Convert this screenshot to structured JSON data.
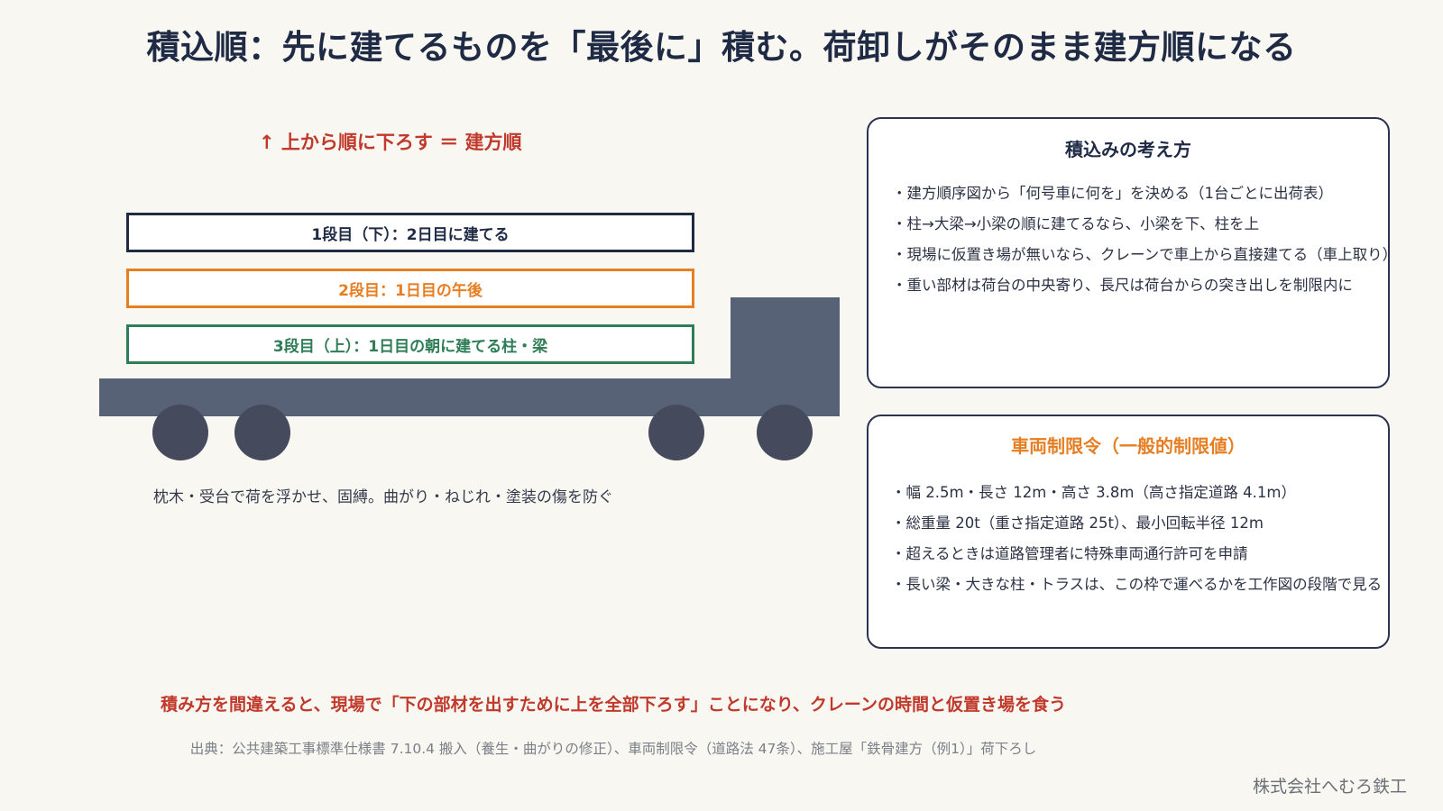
{
  "title": "積込順：先に建てるものを「最後に」積む。荷卸しがそのまま建方順になる",
  "unload_order_label": "↑ 上から順に下ろす ＝ 建方順",
  "layers": [
    {
      "label": "1段目（下）：2日目に建てる",
      "color": "#1f2a44"
    },
    {
      "label": "2段目：1日目の午後",
      "color": "#e67e22"
    },
    {
      "label": "3段目（上）：1日目の朝に建てる柱・梁",
      "color": "#2e7d57"
    }
  ],
  "truck_note": "枕木・受台で荷を浮かせ、固縛。曲がり・ねじれ・塗装の傷を防ぐ",
  "panel_loading": {
    "title": "積込みの考え方",
    "items": [
      "・建方順序図から「何号車に何を」を決める（1台ごとに出荷表）",
      "・柱→大梁→小梁の順に建てるなら、小梁を下、柱を上",
      "・現場に仮置き場が無いなら、クレーンで車上から直接建てる（車上取り）",
      "・重い部材は荷台の中央寄り、長尺は荷台からの突き出しを制限内に"
    ]
  },
  "panel_vehicle": {
    "title": "車両制限令（一般的制限値）",
    "items": [
      "・幅 2.5m・長さ 12m・高さ 3.8m（高さ指定道路 4.1m）",
      "・総重量 20t（重さ指定道路 25t）、最小回転半径 12m",
      "・超えるときは道路管理者に特殊車両通行許可を申請",
      "・長い梁・大きな柱・トラスは、この枠で運べるかを工作図の段階で見る"
    ]
  },
  "warning": "積み方を間違えると、現場で「下の部材を出すために上を全部下ろす」ことになり、クレーンの時間と仮置き場を食う",
  "source": "出典：公共建築工事標準仕様書 7.10.4 搬入（養生・曲がりの修正）、車両制限令（道路法 47条）、施工屋「鉄骨建方（例1）」荷下ろし",
  "company": "株式会社へむろ鉄工"
}
